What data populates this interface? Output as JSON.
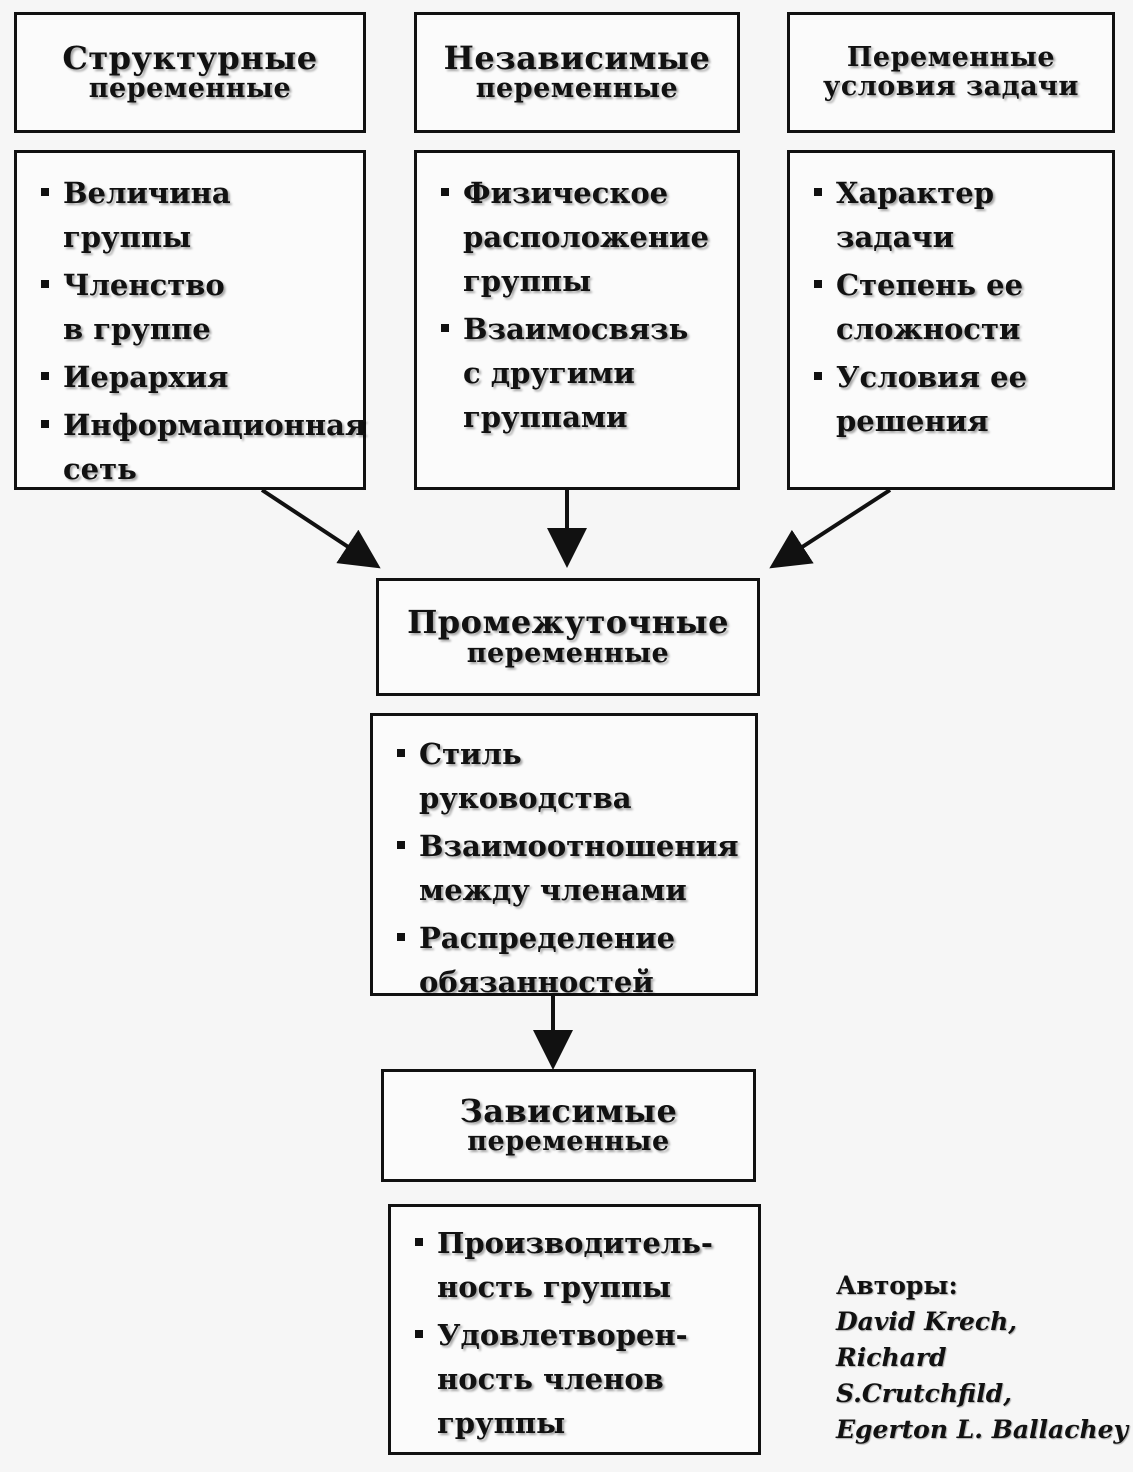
{
  "structural": {
    "title_line1": "Структурные",
    "title_line2": "переменные",
    "items": [
      "Величина\nгруппы",
      "Членство\nв группе",
      "Иерархия",
      "Информационная\nсеть"
    ]
  },
  "independent": {
    "title_line1": "Независимые",
    "title_line2": "переменные",
    "items": [
      "Физическое\nрасположение\nгруппы",
      "Взаимосвязь\nс другими\nгруппами"
    ]
  },
  "task": {
    "title_line1": "Переменные",
    "title_line2": "условия задачи",
    "items": [
      "Характер\nзадачи",
      "Степень ее\nсложности",
      "Условия ее\nрешения"
    ]
  },
  "intermediate": {
    "title_line1": "Промежуточные",
    "title_line2": "переменные",
    "items": [
      "Стиль\nруководства",
      "Взаимоотношения\nмежду членами",
      "Распределение\nобязанностей"
    ]
  },
  "dependent": {
    "title_line1": "Зависимые",
    "title_line2": "переменные",
    "items": [
      "Производитель-\nность группы",
      "Удовлетворен-\nность членов\nгруппы"
    ]
  },
  "authors": {
    "label": "Авторы:",
    "name1": "David Krech,",
    "name2": "Richard",
    "name3": "S.Crutchfild,",
    "name4": "Egerton L. Ballachey"
  }
}
